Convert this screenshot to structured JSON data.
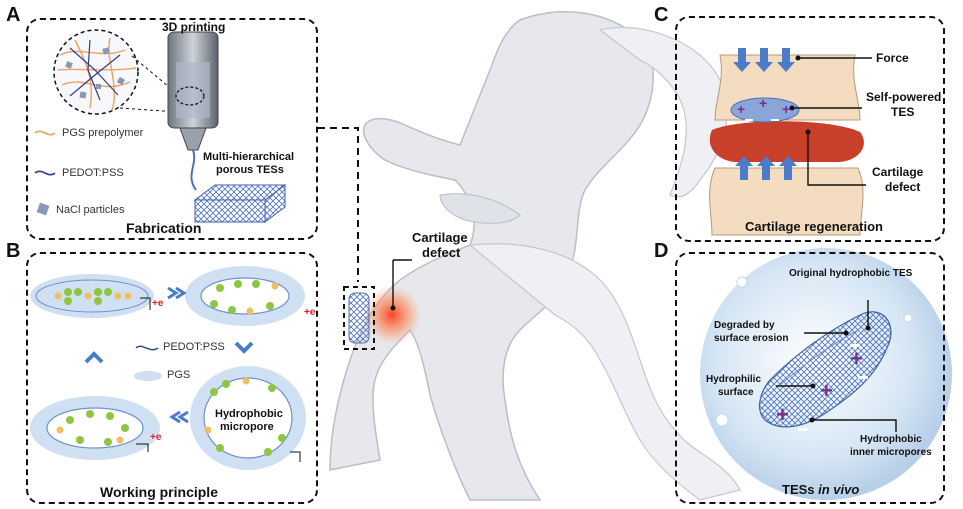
{
  "panels": {
    "a": {
      "letter": "A",
      "printing_label": "3D printing",
      "prepolymer_label": "PGS prepolymer",
      "pedot_label": "PEDOT:PSS",
      "nacl_label": "NaCl particles",
      "tes_label_line1": "Multi-hierarchical",
      "tes_label_line2": "porous TESs",
      "caption": "Fabrication"
    },
    "b": {
      "letter": "B",
      "pedot_label": "PEDOT:PSS",
      "pgs_label": "PGS",
      "micropore_line1": "Hydrophobic",
      "micropore_line2": "micropore",
      "charge_symbol": "+e",
      "caption": "Working principle"
    },
    "center": {
      "defect_line1": "Cartilage",
      "defect_line2": "defect"
    },
    "c": {
      "letter": "C",
      "force_label": "Force",
      "tes_line1": "Self-powered",
      "tes_line2": "TES",
      "defect_line1": "Cartilage",
      "defect_line2": "defect",
      "caption": "Cartilage regeneration"
    },
    "d": {
      "letter": "D",
      "original_label": "Original hydrophobic TES",
      "degraded_line1": "Degraded by",
      "degraded_line2": "surface erosion",
      "hydrophilic_line1": "Hydrophilic",
      "hydrophilic_line2": "surface",
      "inner_line1": "Hydrophobic",
      "inner_line2": "inner micropores",
      "caption_prefix": "TESs ",
      "caption_italic": "in vivo"
    }
  },
  "colors": {
    "prepolymer": "#f0a060",
    "pedot": "#2a3f8f",
    "nacl": "#8a97b5",
    "scaffold": "#6f8fd0",
    "cartilage_red": "#c8402a",
    "halo_blue": "#cfe0f2",
    "plus_purple": "#7a2e8e",
    "arrow_blue": "#4a7cc9",
    "body_gray": "#e6e8ec"
  }
}
